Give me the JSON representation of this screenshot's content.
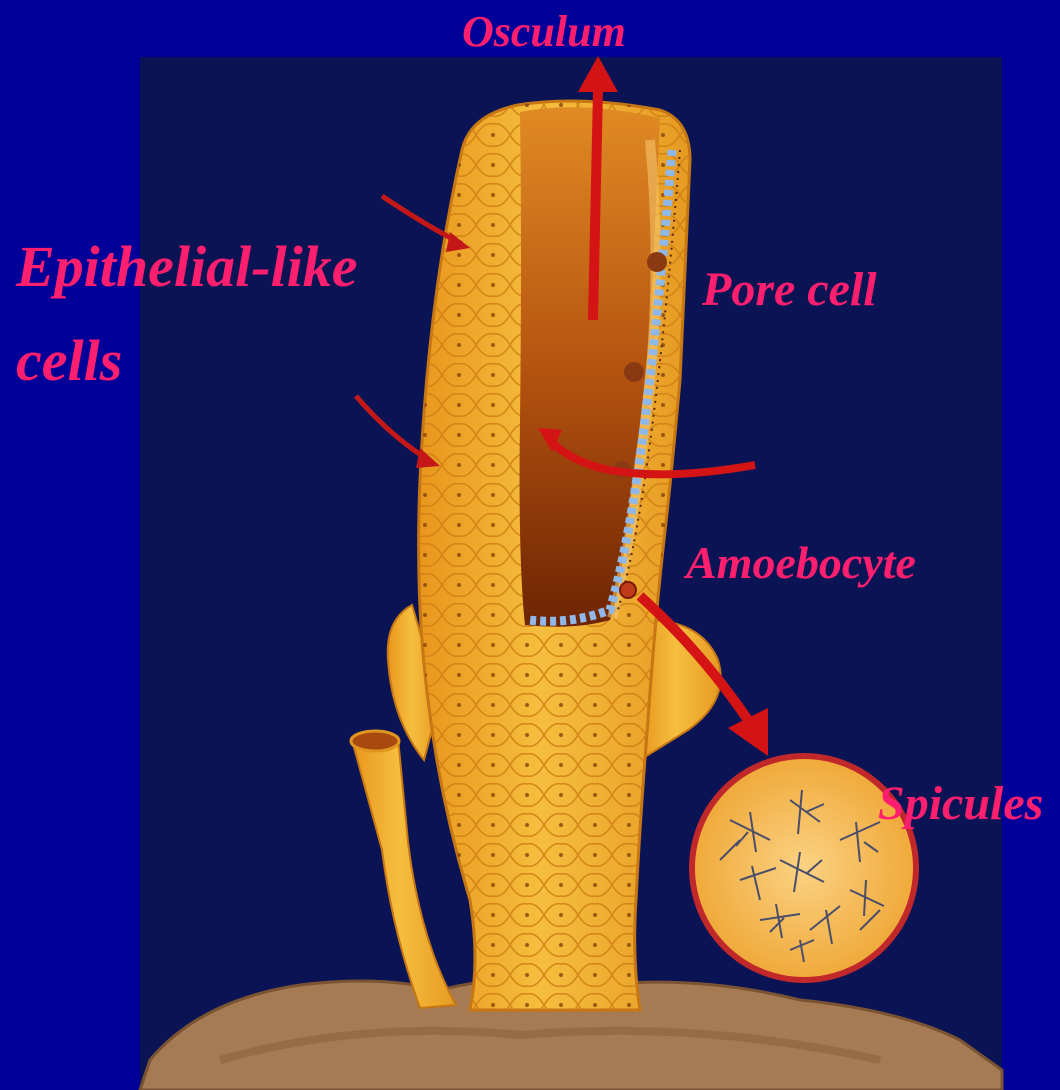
{
  "labels": {
    "osculum": "Osculum",
    "epithelial_line1": "Epithelial-like",
    "epithelial_line2": "cells",
    "pore_cell": "Pore cell",
    "amoebocyte": "Amoebocyte",
    "spicules": "Spicules"
  },
  "colors": {
    "slide_background": "#000099",
    "figure_background": "#0a1455",
    "label_text": "#ff1f6e",
    "arrow": "#d41414",
    "sponge_body": "#f2b12e",
    "sponge_interior": "#b8500e",
    "substrate": "#a67a52"
  }
}
